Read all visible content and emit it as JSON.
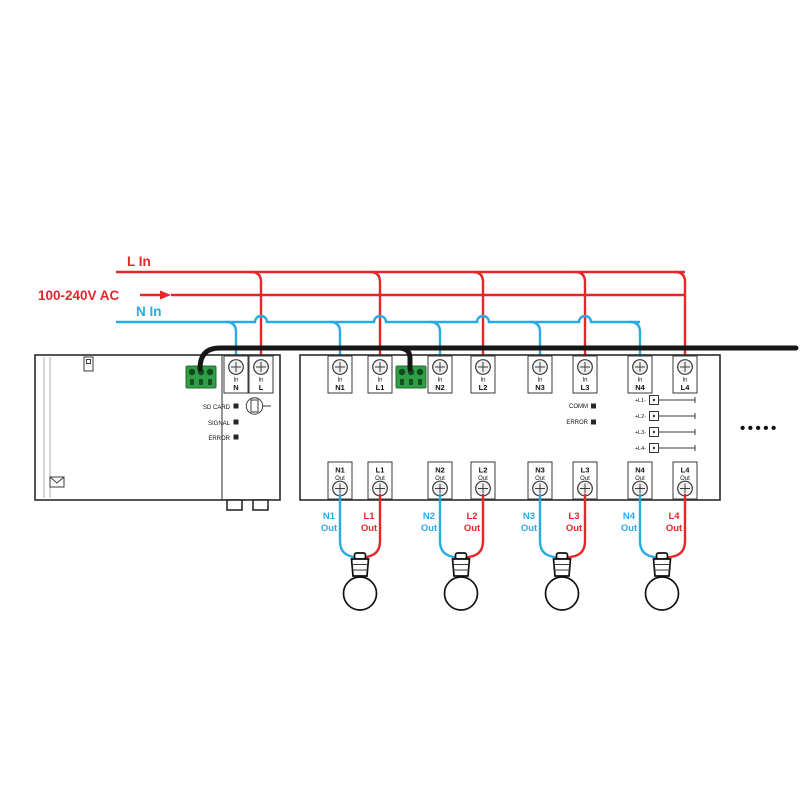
{
  "power": {
    "l_in_label": "L In",
    "source_label": "100-240V AC",
    "n_in_label": "N In"
  },
  "colors": {
    "live": "#e8262a",
    "neutral": "#29abe2",
    "cable": "#161616",
    "terminal_green": "#2f9e44"
  },
  "gateway": {
    "terminals": [
      {
        "sub": "In",
        "label": "N"
      },
      {
        "sub": "In",
        "label": "L"
      }
    ],
    "indicators": [
      {
        "label": "SD CARD"
      },
      {
        "label": "SIGNAL"
      },
      {
        "label": "ERROR"
      }
    ]
  },
  "module": {
    "top_terminals": [
      {
        "sub": "In",
        "label": "N1"
      },
      {
        "sub": "In",
        "label": "L1"
      },
      {
        "sub": "In",
        "label": "N2"
      },
      {
        "sub": "In",
        "label": "L2"
      },
      {
        "sub": "In",
        "label": "N3"
      },
      {
        "sub": "In",
        "label": "L3"
      },
      {
        "sub": "In",
        "label": "N4"
      },
      {
        "sub": "In",
        "label": "L4"
      }
    ],
    "bottom_terminals": [
      {
        "label": "N1",
        "sub": "Out"
      },
      {
        "label": "L1",
        "sub": "Out"
      },
      {
        "label": "N2",
        "sub": "Out"
      },
      {
        "label": "L2",
        "sub": "Out"
      },
      {
        "label": "N3",
        "sub": "Out"
      },
      {
        "label": "L3",
        "sub": "Out"
      },
      {
        "label": "N4",
        "sub": "Out"
      },
      {
        "label": "L4",
        "sub": "Out"
      }
    ],
    "indicators": [
      {
        "label": "COMM"
      },
      {
        "label": "ERROR"
      }
    ],
    "aux_outputs": [
      {
        "label": "+L1-"
      },
      {
        "label": "+L2-"
      },
      {
        "label": "+L3-"
      },
      {
        "label": "+L4-"
      }
    ]
  },
  "outputs": [
    {
      "line1": "N1",
      "line2": "Out"
    },
    {
      "line1": "L1",
      "line2": "Out"
    },
    {
      "line1": "N2",
      "line2": "Out"
    },
    {
      "line1": "L2",
      "line2": "Out"
    },
    {
      "line1": "N3",
      "line2": "Out"
    },
    {
      "line1": "L3",
      "line2": "Out"
    },
    {
      "line1": "N4",
      "line2": "Out"
    },
    {
      "line1": "L4",
      "line2": "Out"
    }
  ],
  "misc": {
    "more_modules_dots": "•••••"
  }
}
